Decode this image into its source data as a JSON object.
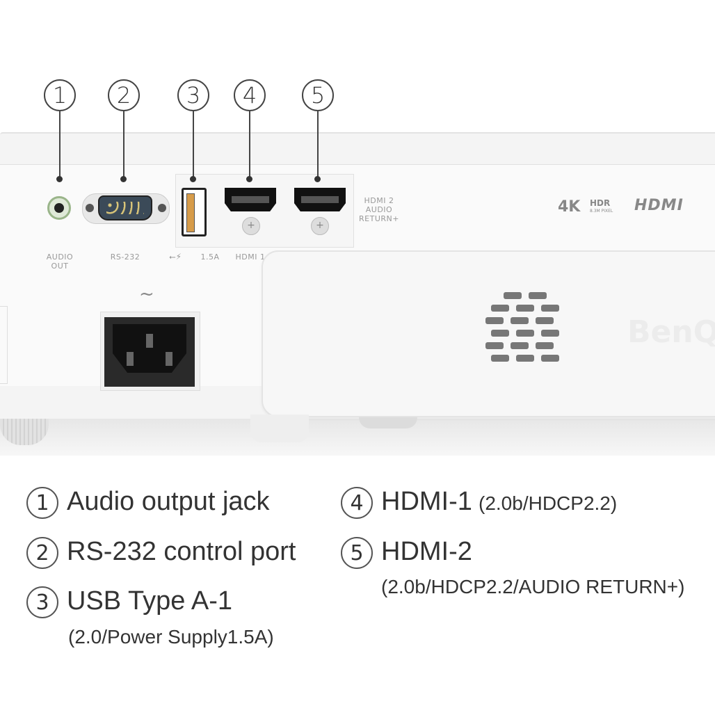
{
  "callouts": [
    "1",
    "2",
    "3",
    "4",
    "5"
  ],
  "port_labels": {
    "audio_out": "AUDIO OUT",
    "rs232": "RS-232",
    "usb": "1.5A",
    "hdmi1": "HDMI 1",
    "hdmi2": "HDMI 2 AUDIO RETURN+"
  },
  "device": {
    "badge_4k": "4K",
    "badge_hdr": "HDR",
    "badge_pixel": "8.3M PIXEL",
    "hdmi_logo": "HDMI",
    "brand": "BenQ",
    "power_symbol": "~"
  },
  "legend": [
    {
      "num": "1",
      "title": "Audio output jack",
      "detail": ""
    },
    {
      "num": "2",
      "title": "RS-232 control port",
      "detail": ""
    },
    {
      "num": "3",
      "title": "USB Type A-1",
      "detail": "(2.0/Power Supply1.5A)"
    },
    {
      "num": "4",
      "title": "HDMI-1",
      "detail": "(2.0b/HDCP2.2)"
    },
    {
      "num": "5",
      "title": "HDMI-2",
      "detail": "(2.0b/HDCP2.2/AUDIO RETURN+)"
    }
  ]
}
